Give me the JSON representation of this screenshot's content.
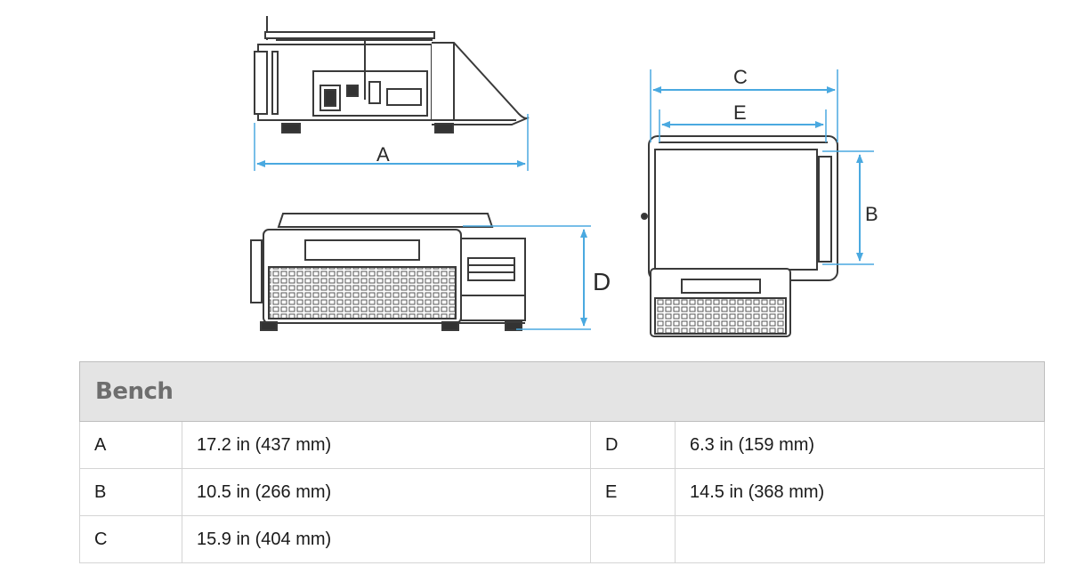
{
  "diagram": {
    "labels": {
      "a": "A",
      "b": "B",
      "c": "C",
      "d": "D",
      "e": "E"
    },
    "colors": {
      "dimension": "#4aa9e0",
      "outline": "#3a3a3a"
    }
  },
  "table": {
    "title": "Bench",
    "rows": [
      {
        "key_left": "A",
        "value_left": "17.2 in (437 mm)",
        "key_right": "D",
        "value_right": "6.3 in (159 mm)"
      },
      {
        "key_left": "B",
        "value_left": "10.5 in (266 mm)",
        "key_right": "E",
        "value_right": "14.5 in (368 mm)"
      },
      {
        "key_left": "C",
        "value_left": "15.9 in (404 mm)",
        "key_right": "",
        "value_right": ""
      }
    ]
  }
}
